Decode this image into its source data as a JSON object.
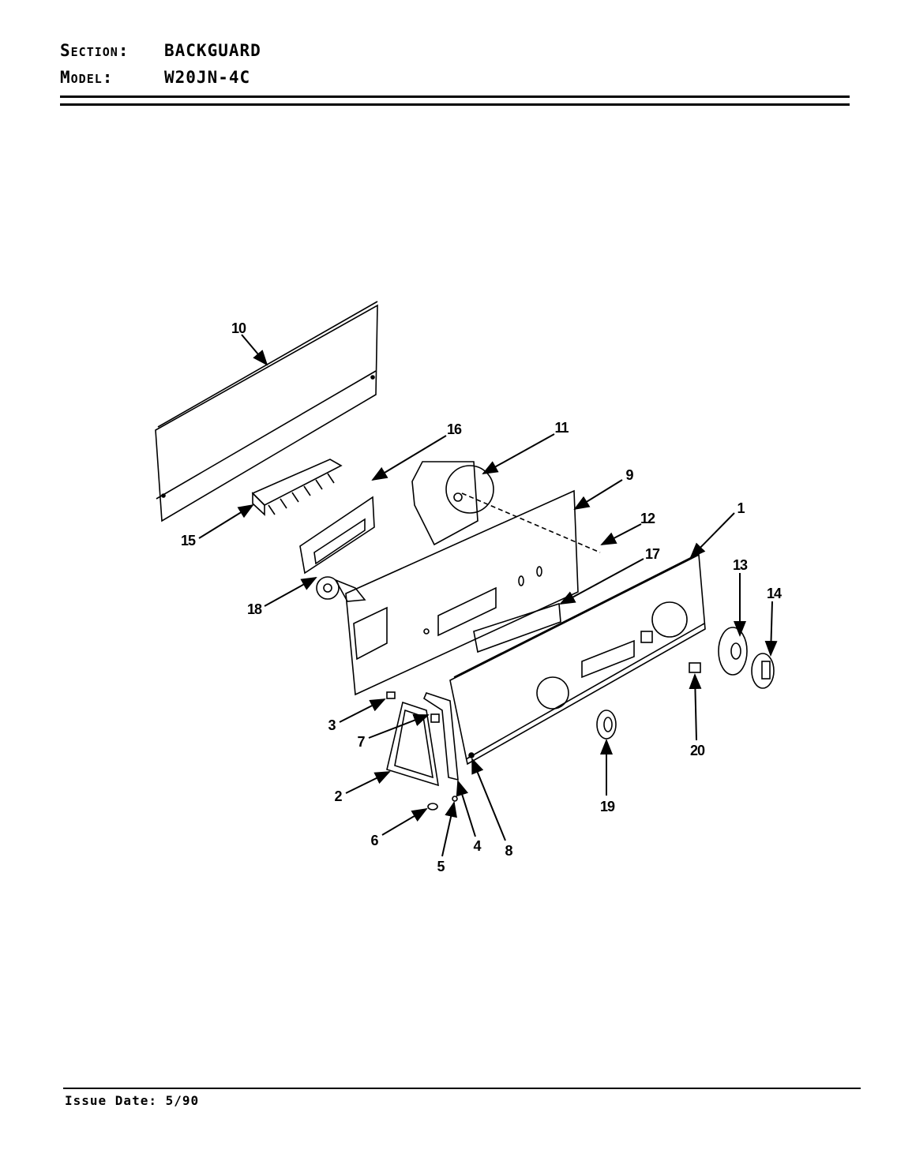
{
  "header": {
    "section_label": "Section:",
    "section_value": "BACKGUARD",
    "model_label": "Model:",
    "model_value": "W20JN-4C"
  },
  "footer": {
    "issue_date": "Issue Date: 5/90"
  },
  "callouts": {
    "c1": "1",
    "c2": "2",
    "c3": "3",
    "c4": "4",
    "c5": "5",
    "c6": "6",
    "c7": "7",
    "c8": "8",
    "c9": "9",
    "c10": "10",
    "c11": "11",
    "c12": "12",
    "c13": "13",
    "c14": "14",
    "c15": "15",
    "c16": "16",
    "c17": "17",
    "c18": "18",
    "c19": "19",
    "c20": "20"
  }
}
